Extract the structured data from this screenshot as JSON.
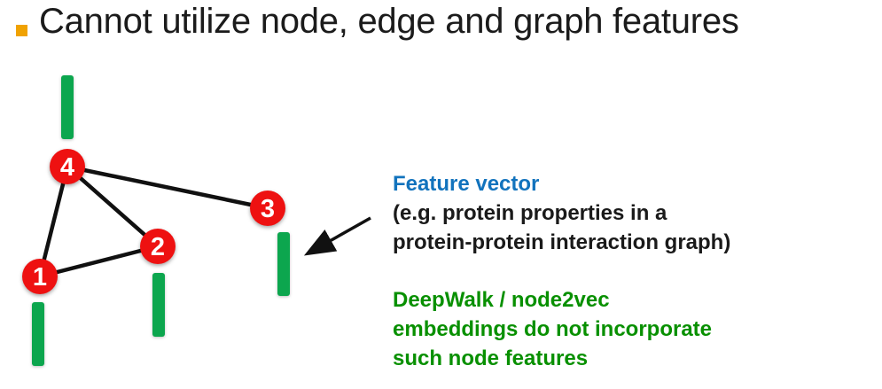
{
  "slide": {
    "title": "Cannot utilize node, edge and graph features"
  },
  "colors": {
    "bullet_orange": "#F0A202",
    "node_red": "#EE1111",
    "node_label_white": "#FFFFFF",
    "edge_black": "#111111",
    "feature_bar_green": "#0CA64E",
    "feature_vector_blue": "#1273BD",
    "note_green": "#089000",
    "body_text": "#1A1A1A"
  },
  "graph": {
    "nodes": [
      {
        "label": "1"
      },
      {
        "label": "2"
      },
      {
        "label": "3"
      },
      {
        "label": "4"
      }
    ],
    "edges": [
      "1-2",
      "1-4",
      "2-4",
      "3-4"
    ],
    "feature_bars": [
      "bar-node-4",
      "bar-node-1",
      "bar-node-2",
      "bar-node-3"
    ]
  },
  "annotations": {
    "feature_vector": {
      "heading": "Feature vector",
      "lines": [
        "(e.g. protein properties in a",
        "protein-protein interaction graph)"
      ]
    },
    "embedding_note": {
      "lines": [
        "DeepWalk / node2vec",
        "embeddings do not incorporate",
        "such node features"
      ]
    }
  }
}
